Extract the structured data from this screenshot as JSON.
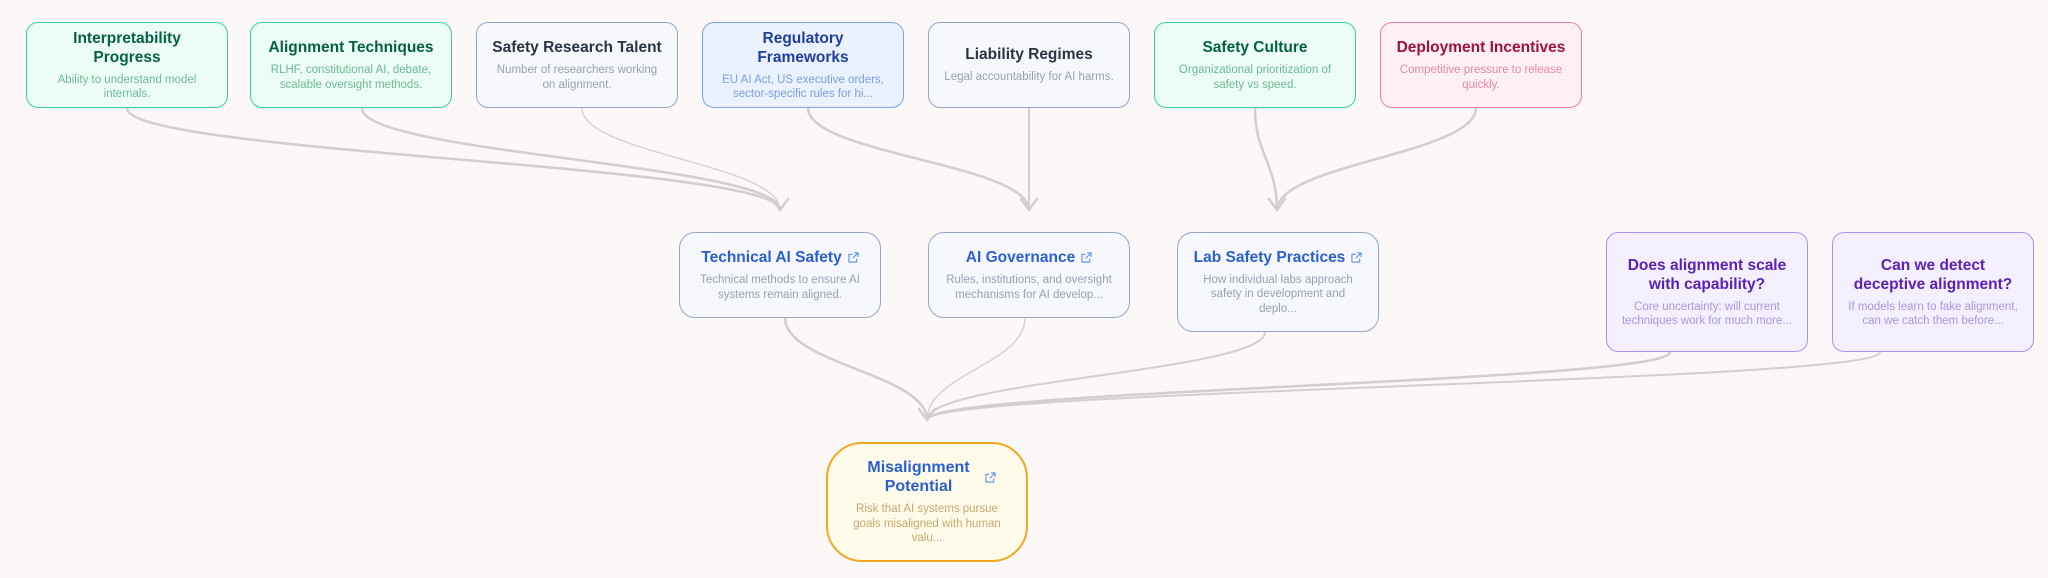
{
  "diagram": {
    "nodes": [
      {
        "id": "interpretability",
        "title": "Interpretability Progress",
        "desc": "Ability to understand model internals.",
        "has_link": false
      },
      {
        "id": "alignment-techniques",
        "title": "Alignment Techniques",
        "desc": "RLHF, constitutional AI, debate, scalable oversight methods.",
        "has_link": false
      },
      {
        "id": "safety-talent",
        "title": "Safety Research Talent",
        "desc": "Number of researchers working on alignment.",
        "has_link": false
      },
      {
        "id": "regulatory",
        "title": "Regulatory Frameworks",
        "desc": "EU AI Act, US executive orders, sector-specific rules for hi...",
        "has_link": false
      },
      {
        "id": "liability",
        "title": "Liability Regimes",
        "desc": "Legal accountability for AI harms.",
        "has_link": false
      },
      {
        "id": "safety-culture",
        "title": "Safety Culture",
        "desc": "Organizational prioritization of safety vs speed.",
        "has_link": false
      },
      {
        "id": "deployment-incentives",
        "title": "Deployment Incentives",
        "desc": "Competitive pressure to release quickly.",
        "has_link": false
      },
      {
        "id": "technical-safety",
        "title": "Technical AI Safety",
        "desc": "Technical methods to ensure AI systems remain aligned.",
        "has_link": true
      },
      {
        "id": "ai-governance",
        "title": "AI Governance",
        "desc": "Rules, institutions, and oversight mechanisms for AI develop...",
        "has_link": true
      },
      {
        "id": "lab-practices",
        "title": "Lab Safety Practices",
        "desc": "How individual labs approach safety in development and deplo...",
        "has_link": true
      },
      {
        "id": "alignment-scale",
        "title": "Does alignment scale with capability?",
        "desc": "Core uncertainty: will current techniques work for much more...",
        "has_link": false
      },
      {
        "id": "deceptive-alignment",
        "title": "Can we detect deceptive alignment?",
        "desc": "If models learn to fake alignment, can we catch them before...",
        "has_link": false
      },
      {
        "id": "misalignment",
        "title": "Misalignment Potential",
        "desc": "Risk that AI systems pursue goals misaligned with human valu...",
        "has_link": true
      }
    ],
    "edges": [
      {
        "from": "interpretability",
        "to": "technical-safety",
        "strength": "strong"
      },
      {
        "from": "alignment-techniques",
        "to": "technical-safety",
        "strength": "strong"
      },
      {
        "from": "safety-talent",
        "to": "technical-safety",
        "strength": "weak"
      },
      {
        "from": "regulatory",
        "to": "ai-governance",
        "strength": "strong"
      },
      {
        "from": "liability",
        "to": "ai-governance",
        "strength": "medium"
      },
      {
        "from": "safety-culture",
        "to": "lab-practices",
        "strength": "strong"
      },
      {
        "from": "deployment-incentives",
        "to": "lab-practices",
        "strength": "strong"
      },
      {
        "from": "technical-safety",
        "to": "misalignment",
        "strength": "strong"
      },
      {
        "from": "ai-governance",
        "to": "misalignment",
        "strength": "weak"
      },
      {
        "from": "lab-practices",
        "to": "misalignment",
        "strength": "medium"
      },
      {
        "from": "alignment-scale",
        "to": "misalignment",
        "strength": "strong"
      },
      {
        "from": "deceptive-alignment",
        "to": "misalignment",
        "strength": "medium"
      }
    ]
  },
  "colors": {
    "edge": "#d3cfcf",
    "link_icon": "#5b8fe6"
  }
}
